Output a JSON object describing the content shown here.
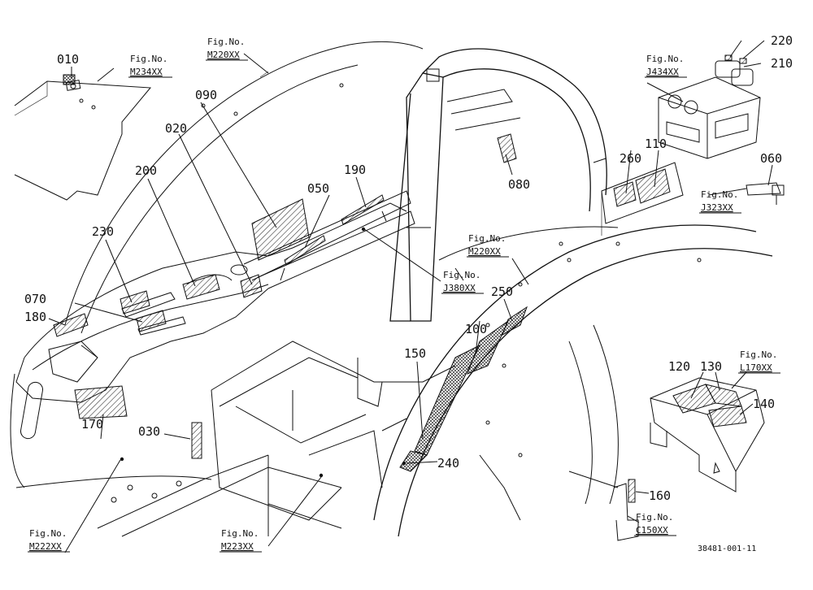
{
  "drawing_code": "38481-001-11",
  "fig_prefix": "Fig.No.",
  "part_numbers": [
    "010",
    "020",
    "030",
    "050",
    "060",
    "070",
    "080",
    "090",
    "100",
    "110",
    "120",
    "130",
    "140",
    "150",
    "160",
    "170",
    "180",
    "190",
    "200",
    "210",
    "220",
    "230",
    "240",
    "250",
    "260"
  ],
  "figure_refs": [
    "M234XX",
    "M220XX",
    "J434XX",
    "J323XX",
    "J380XX",
    "M220XX",
    "L170XX",
    "M222XX",
    "M223XX",
    "C150XX"
  ]
}
